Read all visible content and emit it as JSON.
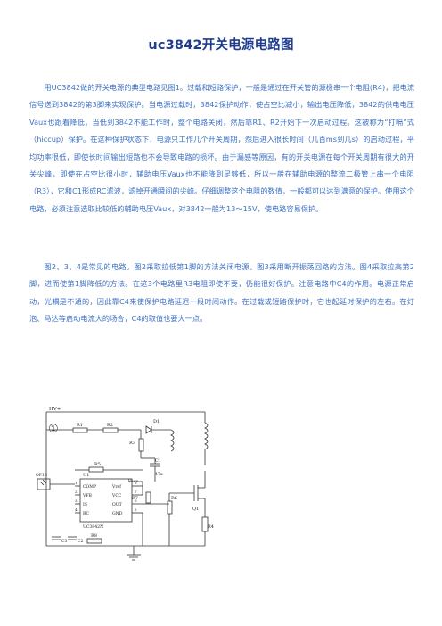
{
  "document": {
    "title": "uc3842开关电源电路图",
    "paragraphs": [
      "用UC3842做的开关电源的典型电路见图1。过载和短路保护，一般是通过在开关管的源极串一个电阻(R4)，把电流信号送到3842的第3脚来实现保护。当电源过载时，3842保护动作，使占空比减小，输出电压降低，3842的供电电压Vaux也跟着降低，当低到3842不能工作时，整个电路关闭，然后靠R1、R2开始下一次启动过程。这被称为“打嗝”式（hiccup）保护。在这种保护状态下，电源只工作几个开关周期，然后进入很长时间（几百ms到几s）的启动过程，平均功率很低，即使长时间输出短路也不会导致电路的损坏。由于漏感等原因，有的开关电源在每个开关周期有很大的开关尖峰，即使在占空比很小时，辅助电压Vaux也不能降到足够低，所以一般在辅助电源的整流二极管上串一个电阻（R3），它和C1形成RC滤波，滤掉开通瞬间的尖峰。仔细调整这个电阻的数值，一般都可以达到满意的保护。使用这个电路，必须注意选取比较低的辅助电压Vaux，对3842一般为13～15V，使电路容易保护。",
      "图2、3、4是常见的电路。图2采取拉低第1脚的方法关闭电源。图3采用断开振荡回路的方法。图4采取拉高第2脚，进而使第1脚降低的方法。在这3个电路里R3电阻即使不要，仍能很好保护。注意电路中C4的作用。电源正常启动，光耦是不通的，因此靠C4来使保护电路延迟一段时间动作。在过载或短路保护时，它也起延时保护的左右。在灯泡、马达等启动电流大的场合，C4的取值也要大一点。"
    ]
  },
  "schematic": {
    "figure_number": "①",
    "rail": "HV+",
    "resistors": [
      "R1",
      "R2",
      "R3",
      "R4",
      "R5",
      "R6",
      "R7",
      "R8"
    ],
    "capacitors": [
      "C1",
      "C2",
      "C3"
    ],
    "cap_value": "47u",
    "diode": "D1",
    "transistor": "Q1",
    "aux": "Vaux",
    "optocoupler": "OP1B",
    "ic": {
      "ref": "U1",
      "part": "UC3842N",
      "left_pins": [
        {
          "num": "1",
          "name": "COMP"
        },
        {
          "num": "2",
          "name": "VFB"
        },
        {
          "num": "3",
          "name": "IS"
        },
        {
          "num": "4",
          "name": "RC"
        }
      ],
      "right_pins": [
        {
          "num": "8",
          "name": "Vref"
        },
        {
          "num": "7",
          "name": "VCC"
        },
        {
          "num": "6",
          "name": "OUT"
        },
        {
          "num": "5",
          "name": "GND"
        }
      ]
    }
  },
  "colors": {
    "title": "#1f3d8f",
    "body_text": "#3b70c5",
    "lines": "#333333"
  }
}
